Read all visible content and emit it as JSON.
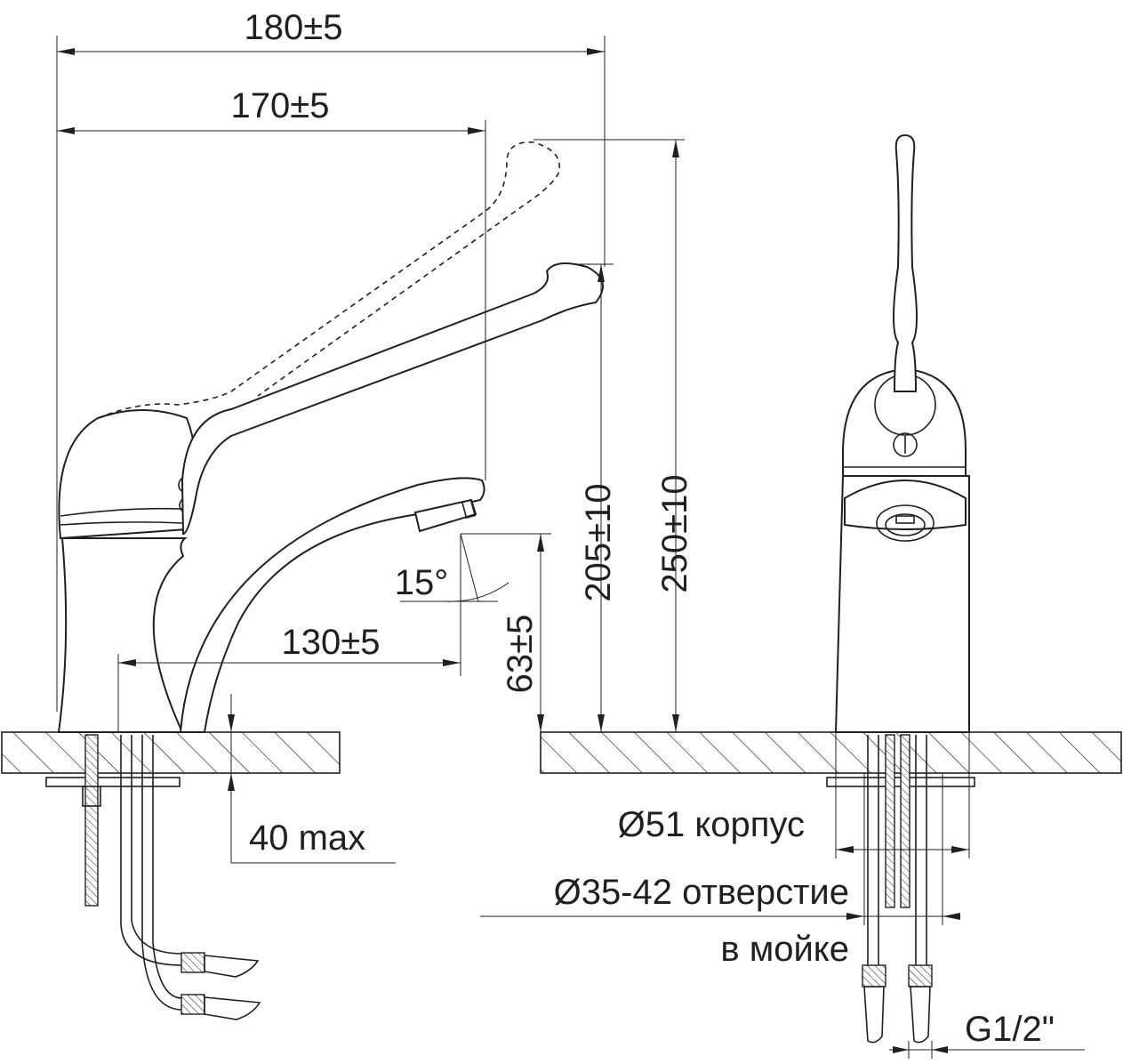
{
  "labels": {
    "overall_length": "180±5",
    "lever_length": "170±5",
    "spout_reach": "130±5",
    "spout_angle": "15°",
    "spout_height": "63±5",
    "lever_height": "205±10",
    "total_height": "250±10",
    "max_deck": "40 max",
    "body_diameter": "Ø51 корпус",
    "hole_diameter_1": "Ø35-42 отверстие",
    "hole_diameter_2": "в мойке",
    "connection": "G1/2\""
  }
}
